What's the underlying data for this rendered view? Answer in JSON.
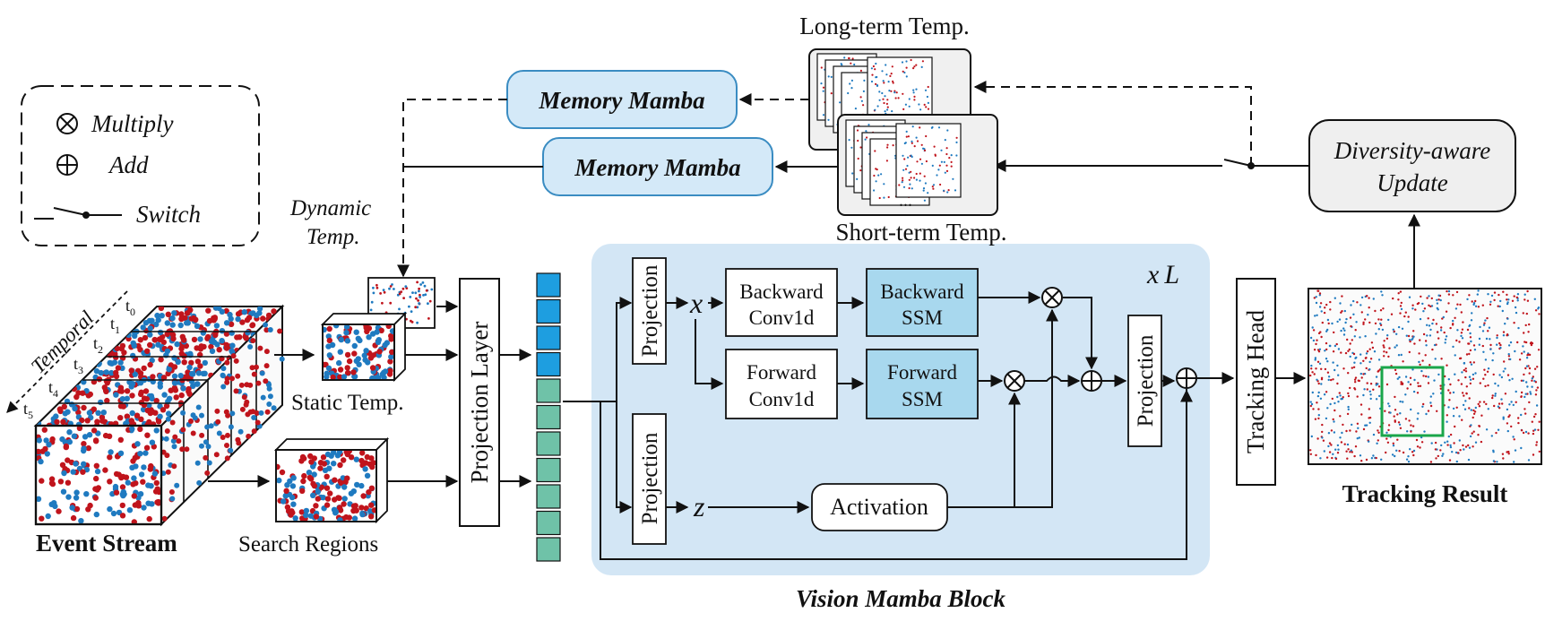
{
  "legend": {
    "multiply": "Multiply",
    "add": "Add",
    "switch": "Switch"
  },
  "templates": {
    "long_term": "Long-term Temp.",
    "short_term": "Short-term Temp.",
    "dynamic_line1": "Dynamic",
    "dynamic_line2": "Temp.",
    "static": "Static Temp.",
    "search": "Search Regions",
    "ellipsis": "..."
  },
  "memory_top": "Memory Mamba",
  "memory_bottom": "Memory Mamba",
  "diversity_line1": "Diversity-aware",
  "diversity_line2": "Update",
  "event_stream": {
    "caption": "Event Stream",
    "axis_label": "Temporal",
    "t0": "t",
    "t0_sub": "0",
    "t1": "t",
    "t1_sub": "1",
    "t2": "t",
    "t2_sub": "2",
    "t3": "t",
    "t3_sub": "3",
    "t4": "t",
    "t4_sub": "4",
    "t5": "t",
    "t5_sub": "5"
  },
  "projection_layer": "Projection Layer",
  "vim_block": {
    "title": "Vision Mamba Block",
    "repeat": "L",
    "repeat_prefix": "x",
    "proj_top": "Projection",
    "proj_bottom": "Projection",
    "proj_out": "Projection",
    "x_var": "x",
    "z_var": "z",
    "backward_conv_l1": "Backward",
    "backward_conv_l2": "Conv1d",
    "backward_ssm_l1": "Backward",
    "backward_ssm_l2": "SSM",
    "forward_conv_l1": "Forward",
    "forward_conv_l2": "Conv1d",
    "forward_ssm_l1": "Forward",
    "forward_ssm_l2": "SSM",
    "activation": "Activation"
  },
  "tracking_head": "Tracking Head",
  "tracking_result": "Tracking Result",
  "colors": {
    "event_red": "#c0141c",
    "event_blue": "#1f7ac0",
    "memory_fill": "#d4e9f8",
    "memory_stroke": "#3a8cc2",
    "block_bg": "#d3e6f5",
    "ssm_fill": "#a8d8ee",
    "token_blue": "#1e9ee0",
    "token_green": "#6fc2a8",
    "box_grey": "#efefef",
    "result_box": "#1aa64a"
  }
}
